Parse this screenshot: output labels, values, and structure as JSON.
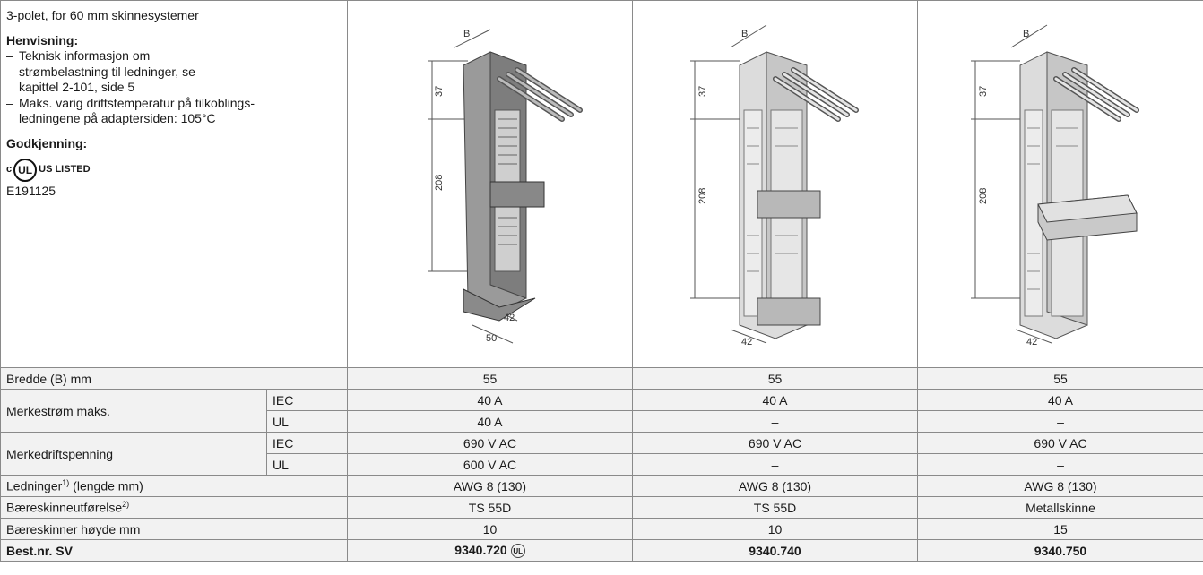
{
  "intro": {
    "line1": "3-polet, for 60 mm skinnesystemer",
    "note_heading": "Henvisning:",
    "notes": [
      "Teknisk informasjon om strømbelastning til ledninger, se kapittel 2-101, side 5",
      "Maks. varig driftstemperatur på tilkoblings-ledningene på adaptersiden: 105°C"
    ],
    "approval_heading": "Godkjenning:",
    "ul_c": "c",
    "ul_text": "UL",
    "ul_us": "US LISTED",
    "ul_number": "E191125"
  },
  "drawings": [
    {
      "dims": [
        "B",
        "37",
        "208",
        "42",
        "50"
      ]
    },
    {
      "dims": [
        "B",
        "37",
        "208",
        "42"
      ]
    },
    {
      "dims": [
        "B",
        "37",
        "208",
        "42"
      ]
    }
  ],
  "rows": {
    "bredde": {
      "label": "Bredde (B) mm",
      "values": [
        "55",
        "55",
        "55"
      ]
    },
    "strom": {
      "label": "Merkestrøm maks.",
      "iec": "IEC",
      "ul": "UL",
      "iec_values": [
        "40 A",
        "40 A",
        "40 A"
      ],
      "ul_values": [
        "40 A",
        "–",
        "–"
      ]
    },
    "spenning": {
      "label": "Merkedriftspenning",
      "iec": "IEC",
      "ul": "UL",
      "iec_values": [
        "690 V AC",
        "690 V AC",
        "690 V AC"
      ],
      "ul_values": [
        "600 V AC",
        "–",
        "–"
      ]
    },
    "ledninger": {
      "label": "Ledninger",
      "sup": "1)",
      "label_rest": " (lengde mm)",
      "values": [
        "AWG 8 (130)",
        "AWG 8 (130)",
        "AWG 8 (130)"
      ]
    },
    "baere": {
      "label": "Bæreskinneutførelse",
      "sup": "2)",
      "values": [
        "TS 55D",
        "TS 55D",
        "Metallskinne"
      ]
    },
    "hoyde": {
      "label": "Bæreskinner høyde mm",
      "values": [
        "10",
        "10",
        "15"
      ]
    },
    "best": {
      "label": "Best.nr. SV",
      "values": [
        "9340.720",
        "9340.740",
        "9340.750"
      ],
      "ul_mark": "UL"
    }
  }
}
